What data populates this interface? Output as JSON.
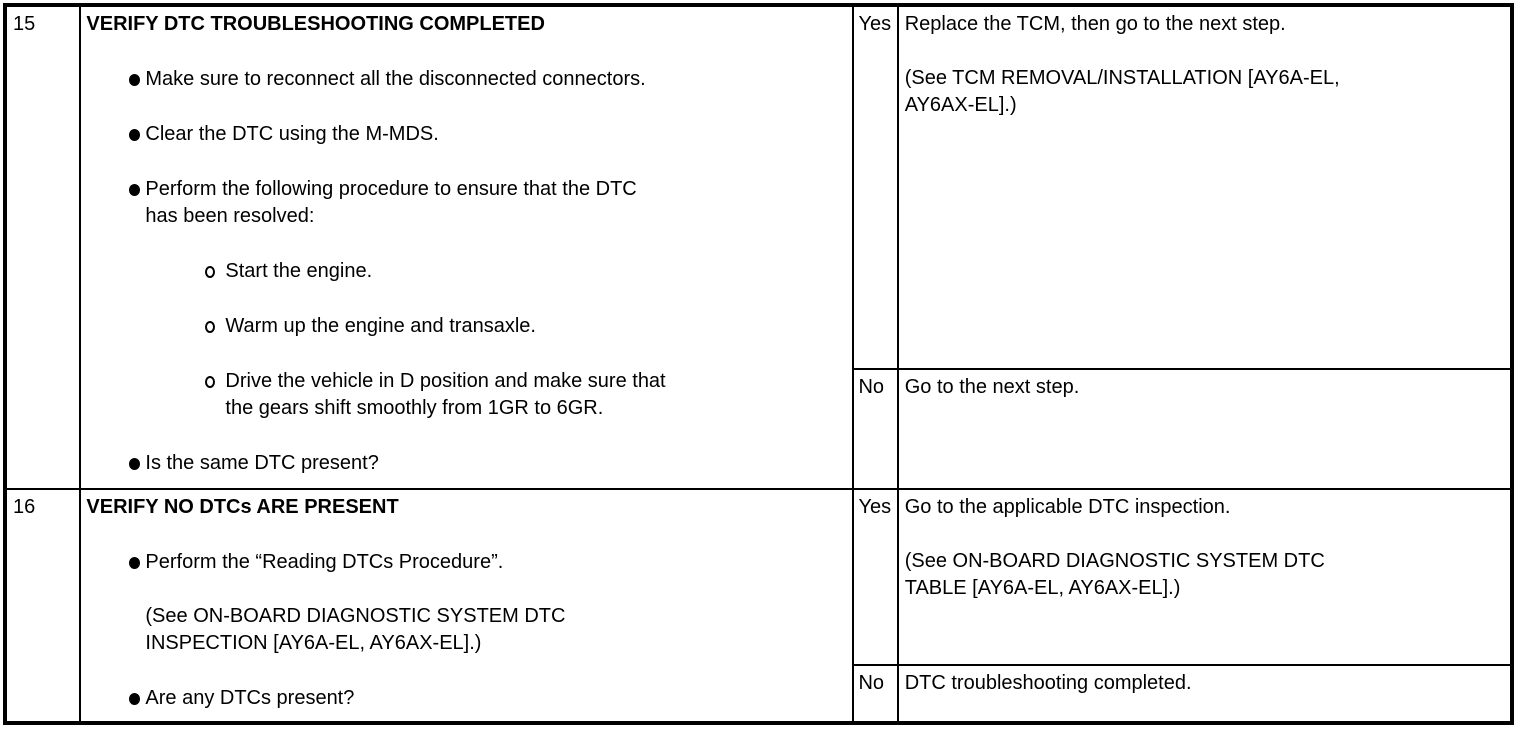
{
  "colors": {
    "text": "#000000",
    "border": "#000000",
    "background": "#ffffff"
  },
  "doc": {
    "rows": [
      {
        "step": "15",
        "title": "VERIFY DTC TROUBLESHOOTING COMPLETED",
        "items": [
          {
            "level": "bullet",
            "text": "Make sure to reconnect all the disconnected connectors."
          },
          {
            "level": "bullet",
            "text": "Clear the DTC using the M-MDS."
          },
          {
            "level": "bullet",
            "text": "Perform the following procedure to ensure that the DTC\nhas been resolved:"
          },
          {
            "level": "circle",
            "text": "Start the engine."
          },
          {
            "level": "circle",
            "text": "Warm up the engine and transaxle."
          },
          {
            "level": "circle",
            "text": "Drive the vehicle in D position and make sure that\nthe gears shift smoothly from 1GR to 6GR."
          },
          {
            "level": "bullet",
            "text": "Is the same DTC present?"
          }
        ],
        "yes_label": "Yes",
        "yes_text": "Replace the TCM, then go to the next step.\n\n(See TCM REMOVAL/INSTALLATION [AY6A-EL,\nAY6AX-EL].)",
        "no_label": "No",
        "no_text": "Go to the next step."
      },
      {
        "step": "16",
        "title": "VERIFY NO DTCs ARE PRESENT",
        "items": [
          {
            "level": "bullet",
            "text": "Perform the “Reading DTCs Procedure”.\n\n(See ON-BOARD DIAGNOSTIC SYSTEM DTC\nINSPECTION [AY6A-EL, AY6AX-EL].)"
          },
          {
            "level": "bullet",
            "text": "Are any DTCs present?"
          }
        ],
        "yes_label": "Yes",
        "yes_text": "Go to the applicable DTC inspection.\n\n(See ON-BOARD DIAGNOSTIC SYSTEM DTC\nTABLE [AY6A-EL, AY6AX-EL].)",
        "no_label": "No",
        "no_text": "DTC troubleshooting completed."
      }
    ]
  }
}
